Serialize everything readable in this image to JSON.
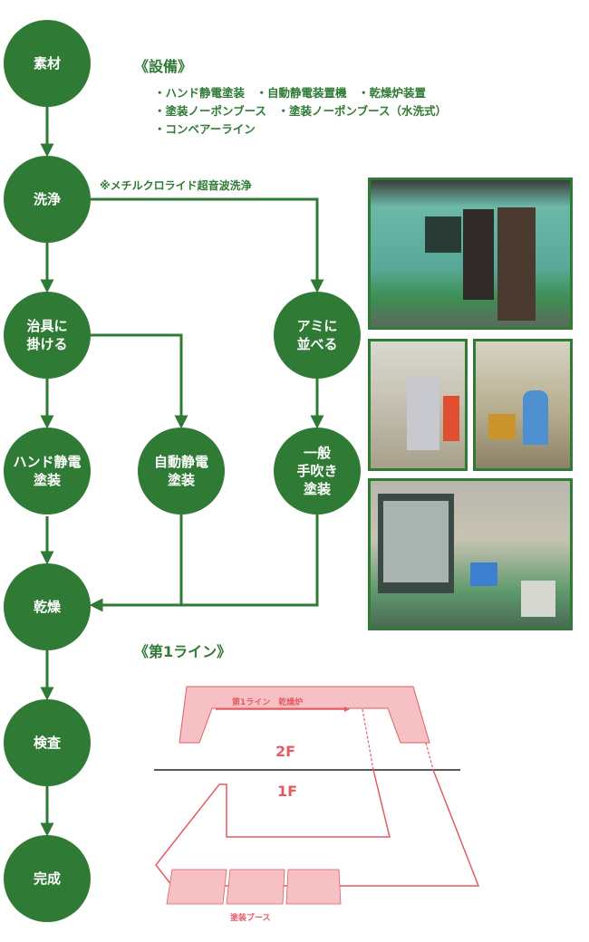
{
  "equipment": {
    "heading": "《設備》",
    "items": [
      "・ハンド静電塗装　・自動静電装置機　・乾燥炉装置",
      "・塗装ノーポンブース　・塗装ノーポンブース（水洗式）",
      "・コンベアーライン"
    ]
  },
  "note": "※メチルクロライド超音波洗浄",
  "steps": {
    "material": "素材",
    "wash": "洗浄",
    "jig": "治具に\n掛ける",
    "hand_electro": "ハンド静電\n塗装",
    "dry": "乾燥",
    "inspect": "検査",
    "complete": "完成",
    "auto_electro": "自動静電\n塗装",
    "mesh": "アミに\n並べる",
    "spray": "一般\n手吹き\n塗装"
  },
  "line": {
    "heading": "《第1ライン》",
    "oven_label": "第1ライン　乾燥炉",
    "floor_2f": "2F",
    "floor_1f": "1F",
    "booth_label": "塗装ブース"
  },
  "colors": {
    "green": "#2f7a34",
    "pink": "#f6c1c4",
    "red": "#e45c63"
  }
}
